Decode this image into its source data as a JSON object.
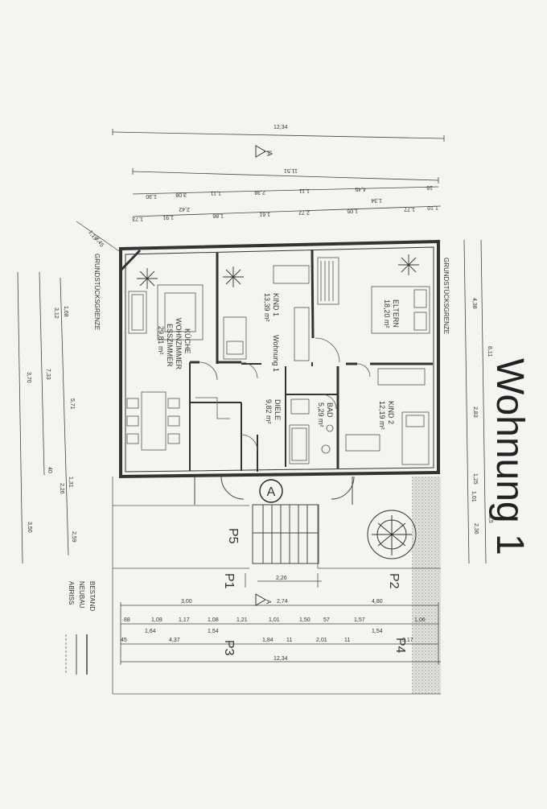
{
  "title": "Wohnung 1",
  "section_marker": "A",
  "entrance_marker": "A",
  "boundary_label": "GRUNDSTÜCKSGRENZE",
  "rooms": {
    "kueche": {
      "name": "KÜCHE",
      "name2": "WOHNZIMMER",
      "name3": "ESSZIMMER",
      "area": "29,81 m²"
    },
    "kind1": {
      "name": "KIND 1",
      "area": "13,39 m²"
    },
    "eltern": {
      "name": "ELTERN",
      "area": "18,20 m²"
    },
    "wohnung": {
      "name": "Wohnung 1"
    },
    "diele": {
      "name": "DIELE",
      "area": "9,82 m²"
    },
    "bad": {
      "name": "BAD",
      "area": "5,29 m²"
    },
    "kind2": {
      "name": "KIND 2",
      "area": "12,19 m²"
    }
  },
  "parking": [
    "P1",
    "P2",
    "P3",
    "P4",
    "P5"
  ],
  "legend": [
    "BESTAND",
    "NEUBAU",
    "ABRISS"
  ],
  "dims_top": {
    "total": "12,34",
    "inner": "11,51",
    "row1": [
      "1,30",
      "3,08",
      "1,11",
      "2,38",
      "1,11",
      "4,45",
      "16"
    ],
    "row1b": [
      "1,34"
    ],
    "row2": [
      "1,73",
      "1,91",
      "2,42",
      "1,86",
      "1,61",
      "2,72",
      "1,05",
      "1,77",
      "1,10"
    ]
  },
  "dims_bottom": {
    "row1": [
      "3,00",
      "2,74",
      "4,80"
    ],
    "row1top": [
      "2,26"
    ],
    "row2": [
      "88",
      "1,09",
      "1,17",
      "1,08",
      "1,21",
      "1,01",
      "1,50",
      "57",
      "1,57",
      "1,06"
    ],
    "row2b": [
      "1,64",
      "1,54",
      "1,54"
    ],
    "row3": [
      "45",
      "4,37",
      "1,84",
      "11",
      "2,01",
      "11",
      "3,17"
    ],
    "total": "12,34"
  },
  "dims_left": [
    "3,70",
    "7,33",
    "3,12",
    "1,68",
    "5,71",
    "40",
    "2,26",
    "1,31",
    "2,59",
    "3,50"
  ],
  "dims_right": [
    "4,38",
    "8,11",
    "2,83",
    "1,01",
    "1,25",
    "2,36",
    "3,5"
  ],
  "diag_dims": [
    "1,19",
    "3,45"
  ]
}
